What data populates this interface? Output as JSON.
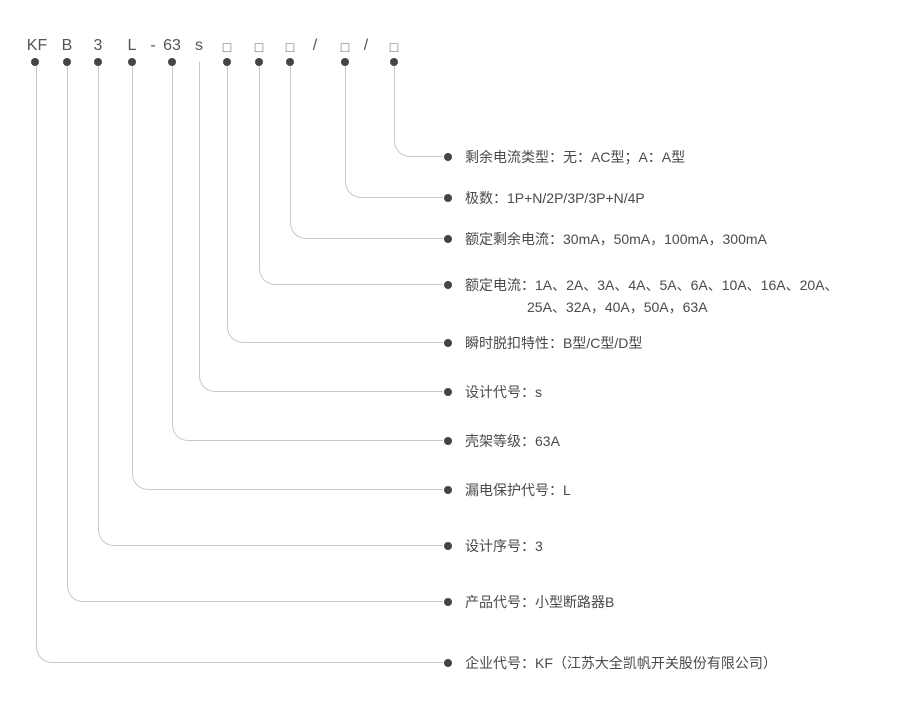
{
  "diagram_title": "KF circuit breaker model nomenclature",
  "code_row": {
    "segments": [
      {
        "text": "KF"
      },
      {
        "text": "B"
      },
      {
        "text": "3"
      },
      {
        "text": "L"
      },
      {
        "text": "-"
      },
      {
        "text": "63"
      },
      {
        "text": "s"
      },
      {
        "text": "□"
      },
      {
        "text": "□"
      },
      {
        "text": "□"
      },
      {
        "text": "/"
      },
      {
        "text": "□"
      },
      {
        "text": "/"
      },
      {
        "text": "□"
      }
    ]
  },
  "labels": [
    {
      "key": "residual-current-type",
      "text": "剩余电流类型：无：AC型；A：A型"
    },
    {
      "key": "pole-count",
      "text": "极数：1P+N/2P/3P/3P+N/4P"
    },
    {
      "key": "rated-residual-current",
      "text": "额定剩余电流：30mA，50mA，100mA，300mA"
    },
    {
      "key": "rated-current",
      "line1": "额定电流：1A、2A、3A、4A、5A、6A、10A、16A、20A、",
      "line2": "25A、32A，40A，50A，63A"
    },
    {
      "key": "instant-trip-characteristic",
      "text": "瞬时脱扣特性：B型/C型/D型"
    },
    {
      "key": "design-code",
      "text": "设计代号：s"
    },
    {
      "key": "frame-rating",
      "text": "壳架等级：63A"
    },
    {
      "key": "leakage-protection-code",
      "text": "漏电保护代号：L"
    },
    {
      "key": "design-serial",
      "text": "设计序号：3"
    },
    {
      "key": "product-code",
      "text": "产品代号：小型断路器B"
    },
    {
      "key": "company-code",
      "text": "企业代号：KF（江苏大全凯帆开关股份有限公司）"
    }
  ],
  "colors": {
    "line": "#c8c8c8",
    "dot": "#454545",
    "code_text": "#555555",
    "label_text": "#4a4a4a"
  }
}
